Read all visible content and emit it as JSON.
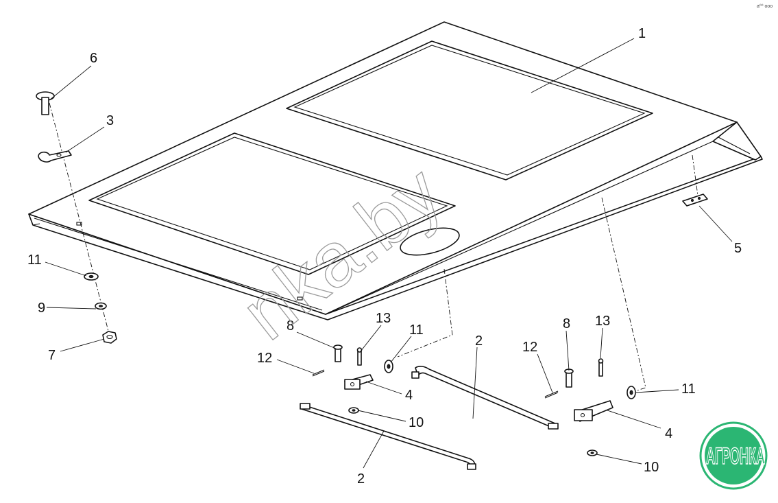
{
  "diagram": {
    "corner_mark": "a⁰⁰ ooo",
    "watermark": "nka.by",
    "logo": {
      "text": "АГРОНКА",
      "color": "#2bb673",
      "text_color": "#ffffff"
    },
    "callouts": [
      {
        "id": "c1",
        "label": "1"
      },
      {
        "id": "c2a",
        "label": "2"
      },
      {
        "id": "c2b",
        "label": "2"
      },
      {
        "id": "c3",
        "label": "3"
      },
      {
        "id": "c4a",
        "label": "4"
      },
      {
        "id": "c4b",
        "label": "4"
      },
      {
        "id": "c5",
        "label": "5"
      },
      {
        "id": "c6",
        "label": "6"
      },
      {
        "id": "c7",
        "label": "7"
      },
      {
        "id": "c8a",
        "label": "8"
      },
      {
        "id": "c8b",
        "label": "8"
      },
      {
        "id": "c9",
        "label": "9"
      },
      {
        "id": "c10a",
        "label": "10"
      },
      {
        "id": "c10b",
        "label": "10"
      },
      {
        "id": "c11a",
        "label": "11"
      },
      {
        "id": "c11b",
        "label": "11"
      },
      {
        "id": "c11c",
        "label": "11"
      },
      {
        "id": "c12a",
        "label": "12"
      },
      {
        "id": "c12b",
        "label": "12"
      },
      {
        "id": "c13a",
        "label": "13"
      },
      {
        "id": "c13b",
        "label": "13"
      }
    ]
  }
}
